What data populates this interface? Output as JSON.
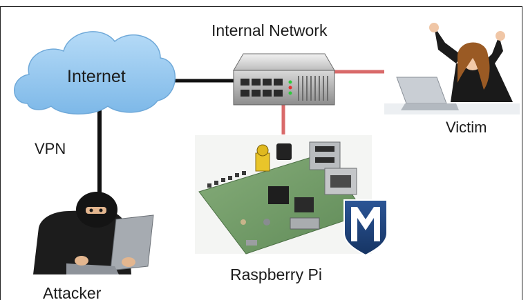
{
  "diagram": {
    "nodes": {
      "internet": {
        "label": "Internet",
        "icon": "cloud-icon"
      },
      "internal_network": {
        "label": "Internal Network",
        "icon": "network-switch-icon"
      },
      "vpn": {
        "label": "VPN"
      },
      "victim": {
        "label": "Victim",
        "icon": "victim-person-icon"
      },
      "raspberry_pi": {
        "label": "Raspberry Pi",
        "icon": "raspberry-pi-board-icon",
        "badge_icon": "metasploit-logo-icon"
      },
      "attacker": {
        "label": "Attacker",
        "icon": "hooded-attacker-icon"
      }
    },
    "links": [
      {
        "from": "internet",
        "to": "internal_network",
        "color": "#111111"
      },
      {
        "from": "internet",
        "to": "attacker",
        "color": "#111111"
      },
      {
        "from": "internal_network",
        "to": "victim",
        "color": "#d96a6a"
      },
      {
        "from": "internal_network",
        "to": "raspberry_pi",
        "color": "#d96a6a"
      }
    ],
    "colors": {
      "cloud": "#8cc3ee",
      "wire_black": "#111111",
      "wire_red": "#d96a6a",
      "pcb_green": "#6f9a66",
      "metasploit_blue": "#1f3f77"
    }
  }
}
